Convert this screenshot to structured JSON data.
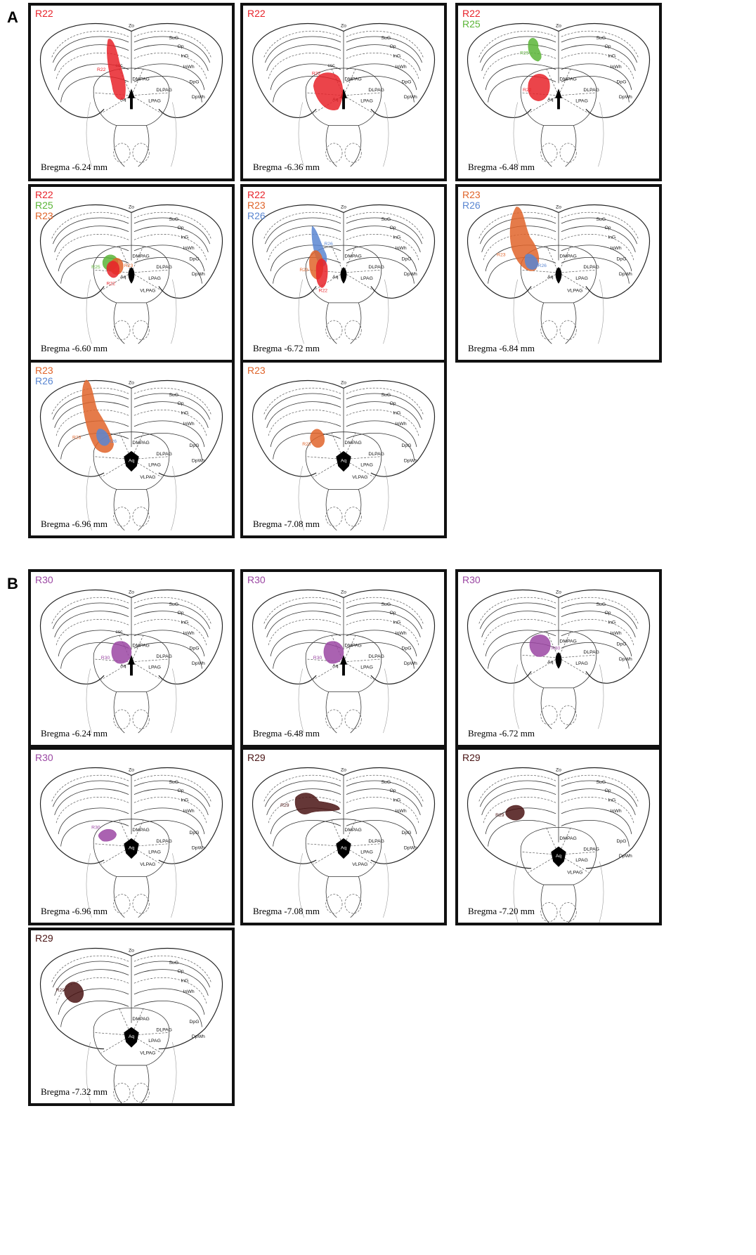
{
  "sections": [
    {
      "label": "A",
      "panels": [
        {
          "bregma": "Bregma -6.24 mm",
          "variant": "early",
          "csc": true,
          "vlpag": false,
          "legend": [
            {
              "id": "R22",
              "color": "#e8232a"
            }
          ],
          "lesions": [
            {
              "label": "R22",
              "color": "#e8232a",
              "shape": "streak"
            }
          ]
        },
        {
          "bregma": "Bregma -6.36 mm",
          "variant": "early",
          "csc": true,
          "vlpag": false,
          "legend": [
            {
              "id": "R22",
              "color": "#e8232a"
            }
          ],
          "lesions": [
            {
              "label": "R22",
              "color": "#e8232a",
              "shape": "blob-large"
            }
          ]
        },
        {
          "bregma": "Bregma -6.48 mm",
          "variant": "early",
          "csc": false,
          "vlpag": false,
          "legend": [
            {
              "id": "R22",
              "color": "#e8232a"
            },
            {
              "id": "R25",
              "color": "#5bb537"
            }
          ],
          "lesions": [
            {
              "label": "R25",
              "color": "#5bb537",
              "shape": "upper-blob"
            },
            {
              "label": "R22",
              "color": "#e8232a",
              "shape": "blob-mid"
            }
          ]
        },
        {
          "bregma": "Bregma -6.60 mm",
          "variant": "mid",
          "csc": false,
          "vlpag": true,
          "legend": [
            {
              "id": "R22",
              "color": "#e8232a"
            },
            {
              "id": "R25",
              "color": "#5bb537"
            },
            {
              "id": "R23",
              "color": "#e0642a"
            }
          ],
          "lesions": [
            {
              "label": "R25",
              "color": "#5bb537",
              "shape": "small-left"
            },
            {
              "label": "R23",
              "color": "#e0642a",
              "shape": "small-right"
            },
            {
              "label": "R22",
              "color": "#e8232a",
              "shape": "small-center"
            }
          ]
        },
        {
          "bregma": "Bregma -6.72 mm",
          "variant": "mid",
          "csc": false,
          "vlpag": false,
          "legend": [
            {
              "id": "R22",
              "color": "#e8232a"
            },
            {
              "id": "R23",
              "color": "#e0642a"
            },
            {
              "id": "R26",
              "color": "#5a86d1"
            }
          ],
          "lesions": [
            {
              "label": "R26",
              "color": "#5a86d1",
              "shape": "tall-thin"
            },
            {
              "label": "R23",
              "color": "#e0642a",
              "shape": "oval-left"
            },
            {
              "label": "R22",
              "color": "#e8232a",
              "shape": "oval-right"
            }
          ]
        },
        {
          "bregma": "Bregma -6.84 mm",
          "variant": "mid",
          "csc": false,
          "vlpag": true,
          "legend": [
            {
              "id": "R23",
              "color": "#e0642a"
            },
            {
              "id": "R26",
              "color": "#5a86d1"
            }
          ],
          "lesions": [
            {
              "label": "R23",
              "color": "#e0642a",
              "shape": "tall-wide"
            },
            {
              "label": "R26",
              "color": "#5a86d1",
              "shape": "small-low"
            }
          ]
        },
        {
          "bregma": "Bregma -6.96 mm",
          "variant": "late",
          "csc": false,
          "vlpag": true,
          "legend": [
            {
              "id": "R23",
              "color": "#e0642a"
            },
            {
              "id": "R26",
              "color": "#5a86d1"
            }
          ],
          "lesions": [
            {
              "label": "R23",
              "color": "#e0642a",
              "shape": "tall-late"
            },
            {
              "label": "R26",
              "color": "#5a86d1",
              "shape": "small-late"
            }
          ]
        },
        {
          "bregma": "Bregma -7.08 mm",
          "variant": "late",
          "csc": false,
          "vlpag": true,
          "legend": [
            {
              "id": "R23",
              "color": "#e0642a"
            }
          ],
          "lesions": [
            {
              "label": "R23",
              "color": "#e0642a",
              "shape": "small-late-left"
            }
          ]
        }
      ]
    },
    {
      "label": "B",
      "panels": [
        {
          "bregma": "Bregma -6.24 mm",
          "variant": "early",
          "csc": true,
          "vlpag": false,
          "legend": [
            {
              "id": "R30",
              "color": "#9b47a3"
            }
          ],
          "lesions": [
            {
              "label": "R30",
              "color": "#9b47a3",
              "shape": "purple-blob"
            }
          ]
        },
        {
          "bregma": "Bregma -6.48 mm",
          "variant": "early",
          "csc": false,
          "vlpag": false,
          "legend": [
            {
              "id": "R30",
              "color": "#9b47a3"
            }
          ],
          "lesions": [
            {
              "label": "R30",
              "color": "#9b47a3",
              "shape": "purple-blob"
            }
          ]
        },
        {
          "bregma": "Bregma -6.72 mm",
          "variant": "mid",
          "csc": false,
          "vlpag": false,
          "legend": [
            {
              "id": "R30",
              "color": "#9b47a3"
            }
          ],
          "lesions": [
            {
              "label": "R30",
              "color": "#9b47a3",
              "shape": "purple-mid"
            }
          ]
        },
        {
          "bregma": "Bregma -6.96 mm",
          "variant": "late",
          "csc": false,
          "vlpag": true,
          "legend": [
            {
              "id": "R30",
              "color": "#9b47a3"
            }
          ],
          "lesions": [
            {
              "label": "R30",
              "color": "#9b47a3",
              "shape": "purple-small"
            }
          ]
        },
        {
          "bregma": "Bregma -7.08 mm",
          "variant": "late",
          "csc": false,
          "vlpag": true,
          "legend": [
            {
              "id": "R29",
              "color": "#4a1414"
            }
          ],
          "lesions": [
            {
              "label": "R29",
              "color": "#4a1414",
              "shape": "dark-wide"
            }
          ]
        },
        {
          "bregma": "Bregma -7.20 mm",
          "variant": "late2",
          "csc": false,
          "vlpag": true,
          "legend": [
            {
              "id": "R29",
              "color": "#4a1414"
            }
          ],
          "lesions": [
            {
              "label": "R29",
              "color": "#4a1414",
              "shape": "dark-small"
            }
          ]
        },
        {
          "bregma": "Bregma -7.32 mm",
          "variant": "late2",
          "csc": false,
          "vlpag": true,
          "legend": [
            {
              "id": "R29",
              "color": "#4a1414"
            }
          ],
          "lesions": [
            {
              "label": "R29",
              "color": "#4a1414",
              "shape": "dark-left"
            }
          ]
        }
      ]
    }
  ],
  "regions": {
    "zo": "Zo",
    "sug": "SuG",
    "op": "Op",
    "ing": "InG",
    "inwh": "InWh",
    "dpg": "DpG",
    "dpwh": "DpWh",
    "dmpag": "DMPAG",
    "dlpag": "DLPAG",
    "lpag": "LPAG",
    "vlpag": "VLPAG",
    "aq": "Aq",
    "csc": "csc"
  }
}
